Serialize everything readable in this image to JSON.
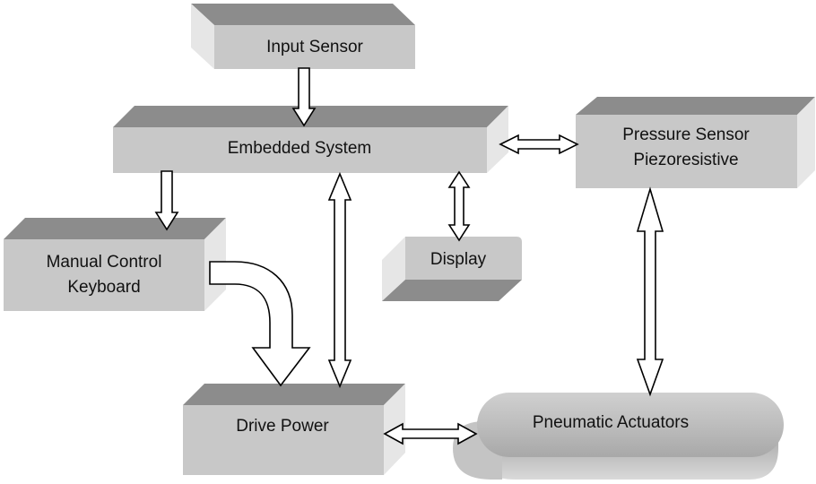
{
  "nodes": {
    "input_sensor": "Input Sensor",
    "embedded_system": "Embedded System",
    "pressure_sensor_line1": "Pressure Sensor",
    "pressure_sensor_line2": "Piezoresistive",
    "manual_control_line1": "Manual Control",
    "manual_control_line2": "Keyboard",
    "display": "Display",
    "drive_power": "Drive Power",
    "pneumatic_actuators": "Pneumatic  Actuators"
  },
  "colors": {
    "box_front": "#c8c8c8",
    "box_top": "#8c8c8c",
    "box_side": "#e6e6e6",
    "arrow_fill": "#ffffff",
    "arrow_stroke": "#000000"
  }
}
